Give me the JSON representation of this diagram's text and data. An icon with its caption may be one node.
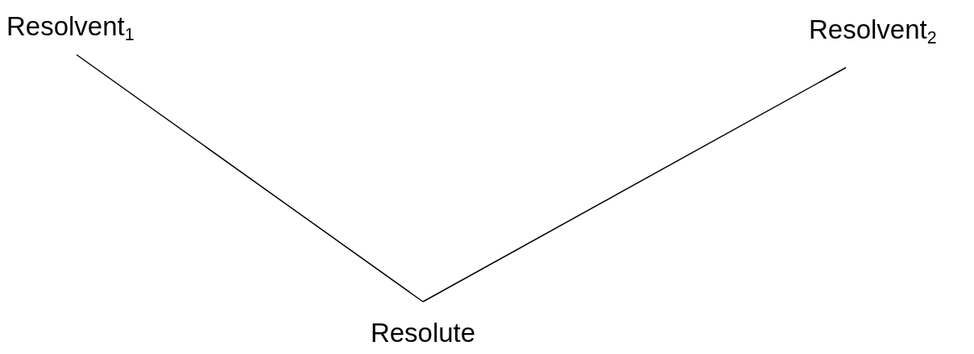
{
  "diagram": {
    "nodes": [
      {
        "text": [
          "Resolvent$_{1}$"
        ]
      },
      {
        "text": [
          "Resolvent$_{2}$"
        ]
      },
      {
        "text": [
          "Resolute"
        ]
      }
    ],
    "edges": [
      {
        "from": 0,
        "to": 2,
        "arrow": "none"
      },
      {
        "from": 2,
        "to": 1,
        "arrow": "none"
      }
    ]
  }
}
